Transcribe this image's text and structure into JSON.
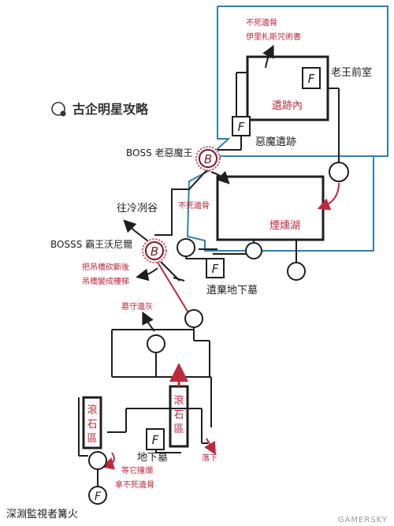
{
  "watermark": "古企明星攻略",
  "footer_watermark": "GAMERSKY",
  "markers": {
    "bonfire": "F",
    "boss": "B"
  },
  "labels": {
    "top_note_line1": "不死遺骨",
    "top_note_line2": "伊里札斯咒術書",
    "old_king_antechamber": "老王前室",
    "ruins_inner": "遺跡內",
    "demon_ruins": "惡魔遺跡",
    "boss_old_demon_king": "BOSS 老惡魔王",
    "undead_bone_mid": "不死遺骨",
    "smouldering_lake": "煙燻湖",
    "to_cold_valley": "往冷冽谷",
    "boss_high_lord_wolnir": "BOSSS 霸王沃尼爾",
    "cut_bridge_line1": "把吊橋砍斷後",
    "cut_bridge_line2": "吊橋變成樓梯",
    "abandoned_tomb": "遺棄地下墓",
    "grave_warden_ash": "墓守遺灰",
    "boulder_zone_right": "滾石區",
    "boulder_zone_left": "滾石區",
    "catacombs": "地下墓",
    "drop_down": "落下",
    "wait_break_line1": "等它撞爛",
    "wait_break_line2": "拿不死遺骨",
    "abyss_watchers_bonfire": "深淵監視者篝火"
  },
  "colors": {
    "line": "#1e1e1e",
    "blue": "#2e7fb0",
    "red": "#c0283c",
    "boss": "#7a1a28"
  }
}
